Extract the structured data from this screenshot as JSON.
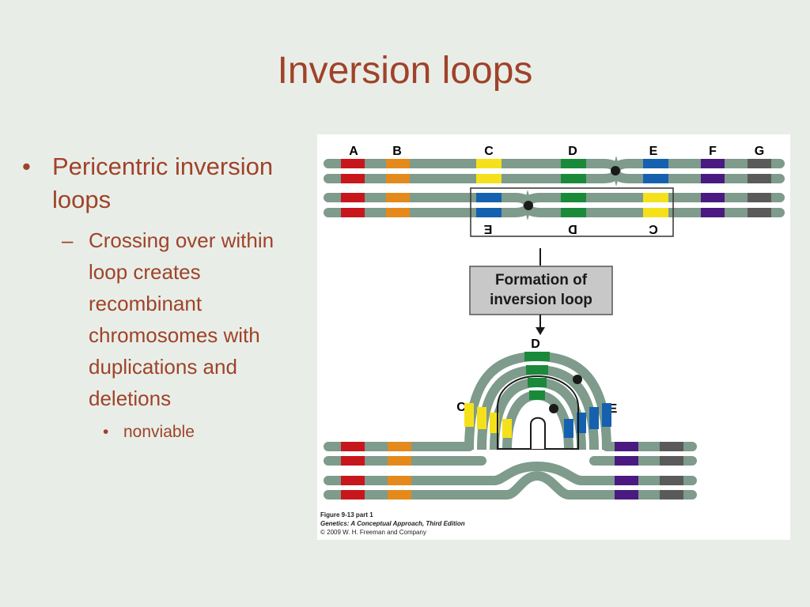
{
  "slide": {
    "title": "Inversion loops",
    "bullets": [
      {
        "level": 1,
        "text": "Pericentric inversion loops"
      },
      {
        "level": 2,
        "text": "Crossing over within loop creates recombinant chromosomes with duplications and deletions"
      },
      {
        "level": 3,
        "text": "nonviable"
      }
    ]
  },
  "figure": {
    "gene_labels": [
      "A",
      "B",
      "C",
      "D",
      "E",
      "F",
      "G"
    ],
    "inverted_labels": [
      "E",
      "D",
      "C"
    ],
    "process_box": "Formation of inversion loop",
    "loop_labels": {
      "c": "C",
      "d": "D",
      "e": "E"
    },
    "caption": {
      "line1": "Figure 9-13 part 1",
      "line2": "Genetics: A Conceptual Approach, Third Edition",
      "line3": "© 2009 W. H. Freeman and Company"
    },
    "colors": {
      "chromosome": "#7e9b8c",
      "A": "#c8161d",
      "B": "#e48a1c",
      "C": "#f5e11b",
      "D": "#1a8a3a",
      "E": "#1561b0",
      "F": "#4a1a80",
      "G": "#5a5a5a",
      "centromere": "#1a1a1a"
    }
  }
}
